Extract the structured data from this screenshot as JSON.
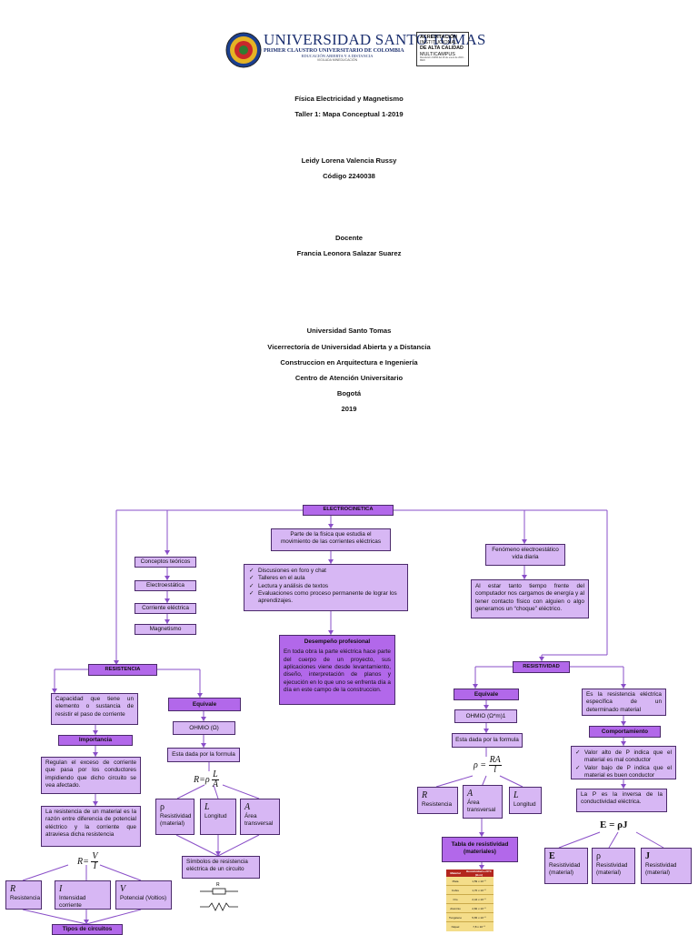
{
  "header": {
    "university_name": "UNIVERSIDAD SANTO TOMAS",
    "university_sub1": "PRIMER CLAUSTRO UNIVERSITARIO DE COLOMBIA",
    "university_sub2": "EDUCACIÓN ABIERTA Y A DISTANCIA",
    "university_sub3": "VIGILADA MINEDUCACIÓN",
    "accreditation": [
      "ACREDITACIÓN",
      "INSTITUCIONAL",
      "DE ALTA CALIDAD",
      "MULTICAMPUS"
    ],
    "accreditation_small": "Resolución 01456 del 29 de enero de 2016 - MEN"
  },
  "cover": {
    "subject": "Física Electricidad y Magnetismo",
    "assignment": "Taller 1: Mapa Conceptual 1-2019",
    "student": "Leidy Lorena Valencia Russy",
    "code": "Código 2240038",
    "teacher_label": "Docente",
    "teacher": "Francia Leonora Salazar Suarez",
    "institution": "Universidad  Santo Tomas",
    "vicerrectoria": "Vicerrectoría de Universidad Abierta y a Distancia",
    "program": "Construccion en Arquitectura e Ingeniería",
    "center": "Centro de Atención Universitario",
    "city": "Bogotá",
    "year": "2019"
  },
  "map": {
    "root": "ELECTROCINETICA",
    "left_col": [
      "Conceptos teóricos",
      "Electroestática",
      "Corriente eléctrica",
      "Magnetismo"
    ],
    "def": "Parte  de la física que estudia el movimiento de las corrientes eléctricas",
    "activities": [
      "Discusiones en foro y chat",
      "Talleres en el aula",
      "Lectura y análisis de textos",
      "Evaluaciones como proceso permanente de lograr los aprendizajes."
    ],
    "desempeno_title": "Desempeño profesional",
    "desempeno_text": "En toda obra la parte eléctrica hace parte del cuerpo de un proyecto, sus aplicaciones viene desde levantamiento, diseño, interpretación de planos y ejecución en lo que uno se enfrenta día a día en este campo de la construccion.",
    "fenomeno": "Fenómeno electroestático vida diaria",
    "fenomeno_text": "Al estar tanto tiempo frente del computador nos cargamos de energía y al tener contacto físico con alguien o algo generamos un “choque” eléctrico.",
    "resistencia": {
      "title": "RESISTENCIA",
      "capacidad": "Capacidad que tiene un elemento o sustancia de resistir el paso de corriente",
      "importancia": "Importancia",
      "regulan": "Regulan el exceso de corriente que pasa por los conductores impidiendo que dicho circuito se vea afectado.",
      "razon": "La resistencia de un material es la razón entre diferencia de potencial eléctrico y la corriente que atraviesa dicha resistencia",
      "equivale": "Equivale",
      "ohmio": "OHMIO  (Ω)",
      "formula_label": "Esta dada por la formula",
      "formula_rho": "R=ρ",
      "formula_frac_top": "L",
      "formula_frac_bot": "A",
      "vars": [
        {
          "sym": "ρ",
          "label": "Resistividad (material)"
        },
        {
          "sym": "L",
          "label": "Longitud"
        },
        {
          "sym": "A",
          "label": "Área transversal"
        }
      ],
      "simbolos": "Símbolos de resistencia eléctrica de un circuito",
      "resistor_label": "R",
      "ohm_formula_lhs": "R=",
      "ohm_top": "V",
      "ohm_bot": "I",
      "ohm_vars": [
        {
          "sym": "R",
          "label": "Resistencia"
        },
        {
          "sym": "I",
          "label": "Intensidad corriente"
        },
        {
          "sym": "V",
          "label": "Potencial (Voltios)"
        }
      ],
      "tipos": "Tipos de circuitos"
    },
    "resistividad": {
      "title": "RESISTIVIDAD",
      "equivale": "Equivale",
      "ohmio": "OHMIO  (Ω*m)1",
      "formula_label": "Esta dada por la formula",
      "formula_lhs": "ρ =",
      "formula_top": "RA",
      "formula_bot": "l",
      "vars": [
        {
          "sym": "R",
          "label": "Resistencia"
        },
        {
          "sym": "A",
          "label": "Área transversal"
        },
        {
          "sym": "L",
          "label": "Longitud"
        }
      ],
      "tabla": "Tabla de resistividad (materiales)",
      "table_headers": [
        "Material",
        "Resistividad a 20°C (Ω·m)"
      ],
      "table_rows": [
        [
          "Plata",
          "1,59 x 10⁻⁸"
        ],
        [
          "Cobre",
          "1,70 x 10⁻⁸"
        ],
        [
          "Oro",
          "2,44 x 10⁻⁸"
        ],
        [
          "Aluminio",
          "2,82 x 10⁻⁸"
        ],
        [
          "Tungsteno",
          "5,65 x 10⁻⁸"
        ],
        [
          "Níquel",
          "7,8 x 10⁻⁸"
        ]
      ],
      "def": "Es la resistencia eléctrica específica de un determinado material",
      "comportamiento": "Comportamiento",
      "valores": [
        "Valor alto de P indica que el material es mal conductor",
        "Valor bajo de P indica que el material es buen conductor"
      ],
      "inversa": "La P es la inversa de la conductividad eléctrica.",
      "ej_formula": "E = ρJ",
      "ej_vars": [
        {
          "sym": "E",
          "label": "Resistividad (material)"
        },
        {
          "sym": "ρ",
          "label": "Resistividad (material)"
        },
        {
          "sym": "J",
          "label": "Resistividad (material)"
        }
      ]
    }
  },
  "colors": {
    "box_light": "#d7b7f4",
    "box_dark": "#b268ea",
    "line": "#8a4fc8"
  }
}
